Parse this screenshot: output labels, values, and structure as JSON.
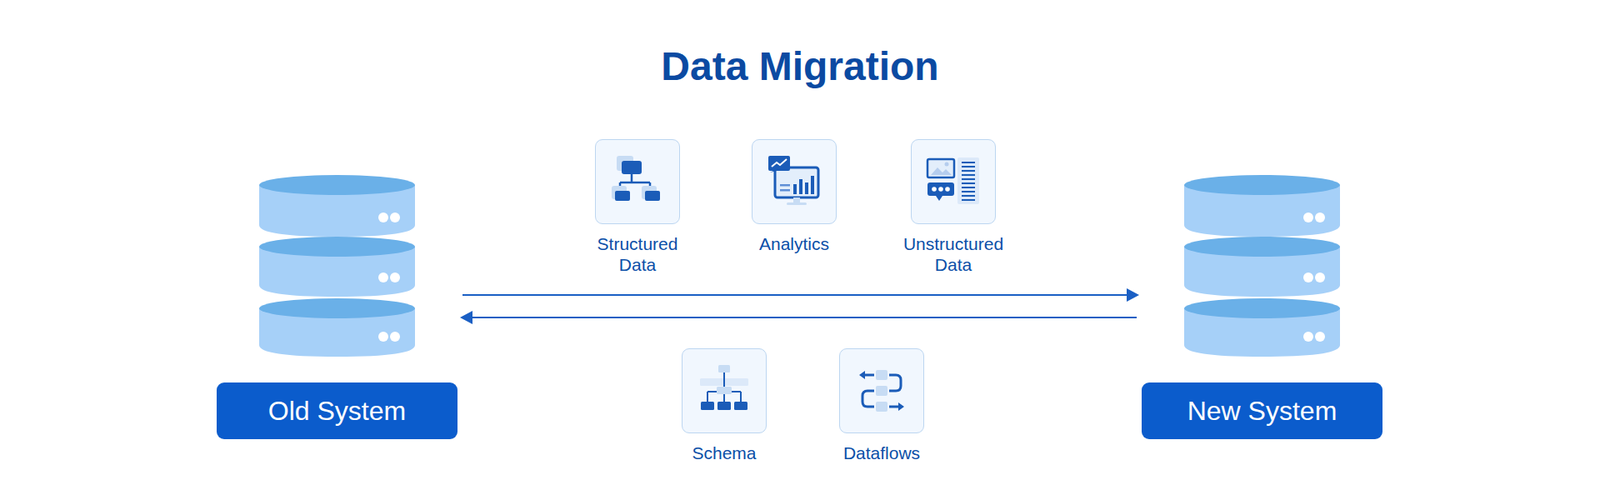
{
  "diagram": {
    "title": "Data Migration",
    "nodes": [
      {
        "text": [
          "Old System"
        ]
      },
      {
        "text": [
          "Structured Data"
        ]
      },
      {
        "text": [
          "Analytics"
        ]
      },
      {
        "text": [
          "Unstructured Data"
        ]
      },
      {
        "text": [
          "Schema"
        ]
      },
      {
        "text": [
          "Dataflows"
        ]
      },
      {
        "text": [
          "New System"
        ]
      }
    ],
    "edges": [
      {
        "from": 0,
        "to": 6,
        "arrow": "to"
      },
      {
        "from": 6,
        "to": 0,
        "arrow": "to"
      }
    ]
  }
}
